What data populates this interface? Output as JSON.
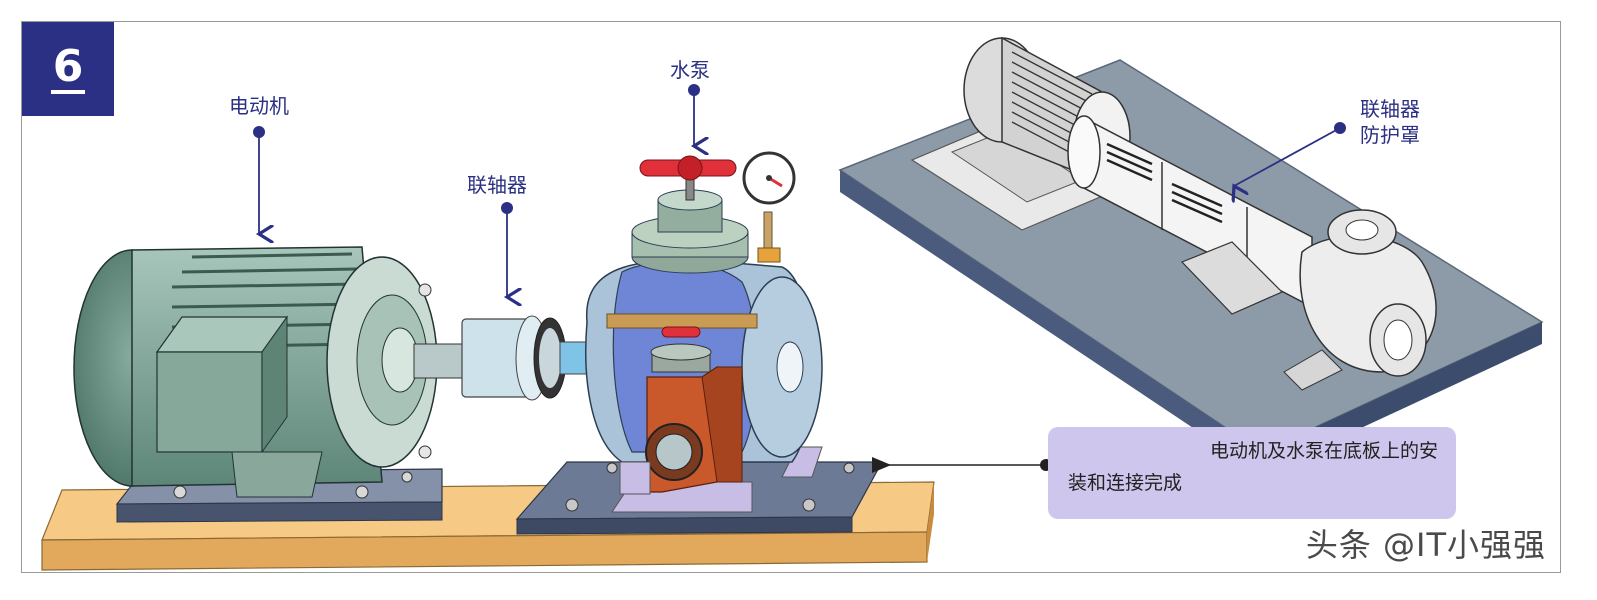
{
  "figure": {
    "step_number": "6",
    "labels": {
      "motor": "电动机",
      "pump": "水泵",
      "coupling": "联轴器",
      "guard": "联轴器\n防护罩"
    },
    "callout": {
      "line1": "电动机及水泵在底板上的安",
      "line2": "装和连接完成"
    },
    "watermark": "头条 @IT小强强"
  },
  "colors": {
    "badge": "#2b3085",
    "label_text": "#2b3085",
    "callout_bg": "#cec6ec",
    "motor_green": "#6f9a8d",
    "pump_blue": "#7088d8",
    "pump_grey_blue": "#a9c3d6",
    "valve_red": "#e0313a",
    "check_valve_orange": "#c9582b",
    "base_wood": "#f3c27e",
    "base_plate": "#5c6a86",
    "platform": "#8a9aa8"
  }
}
